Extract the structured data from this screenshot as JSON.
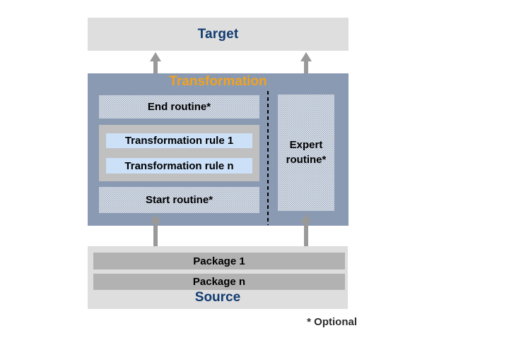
{
  "diagram": {
    "target": {
      "label": "Target"
    },
    "transformation": {
      "label": "Transformation",
      "end_routine": "End routine*",
      "rules": [
        "Transformation rule 1",
        "Transformation rule n"
      ],
      "start_routine": "Start routine*",
      "expert_routine": "Expert routine*"
    },
    "source": {
      "label": "Source",
      "packages": [
        "Package 1",
        "Package n"
      ]
    },
    "footnote": "* Optional",
    "icons": {
      "arrows": "arrow-up-icon",
      "separator": "dashed-separator-line"
    },
    "colors": {
      "transformation_bg": "#8a9ab3",
      "target_bg": "#dedede",
      "source_bg": "#dedede",
      "package_bg": "#b2b2b2",
      "rules_container_bg": "#c0c0c0",
      "rule_bg": "#cce0f8",
      "accent_orange": "#f2a21e",
      "navy_text": "#123c71",
      "arrow_gray": "#999999"
    }
  }
}
